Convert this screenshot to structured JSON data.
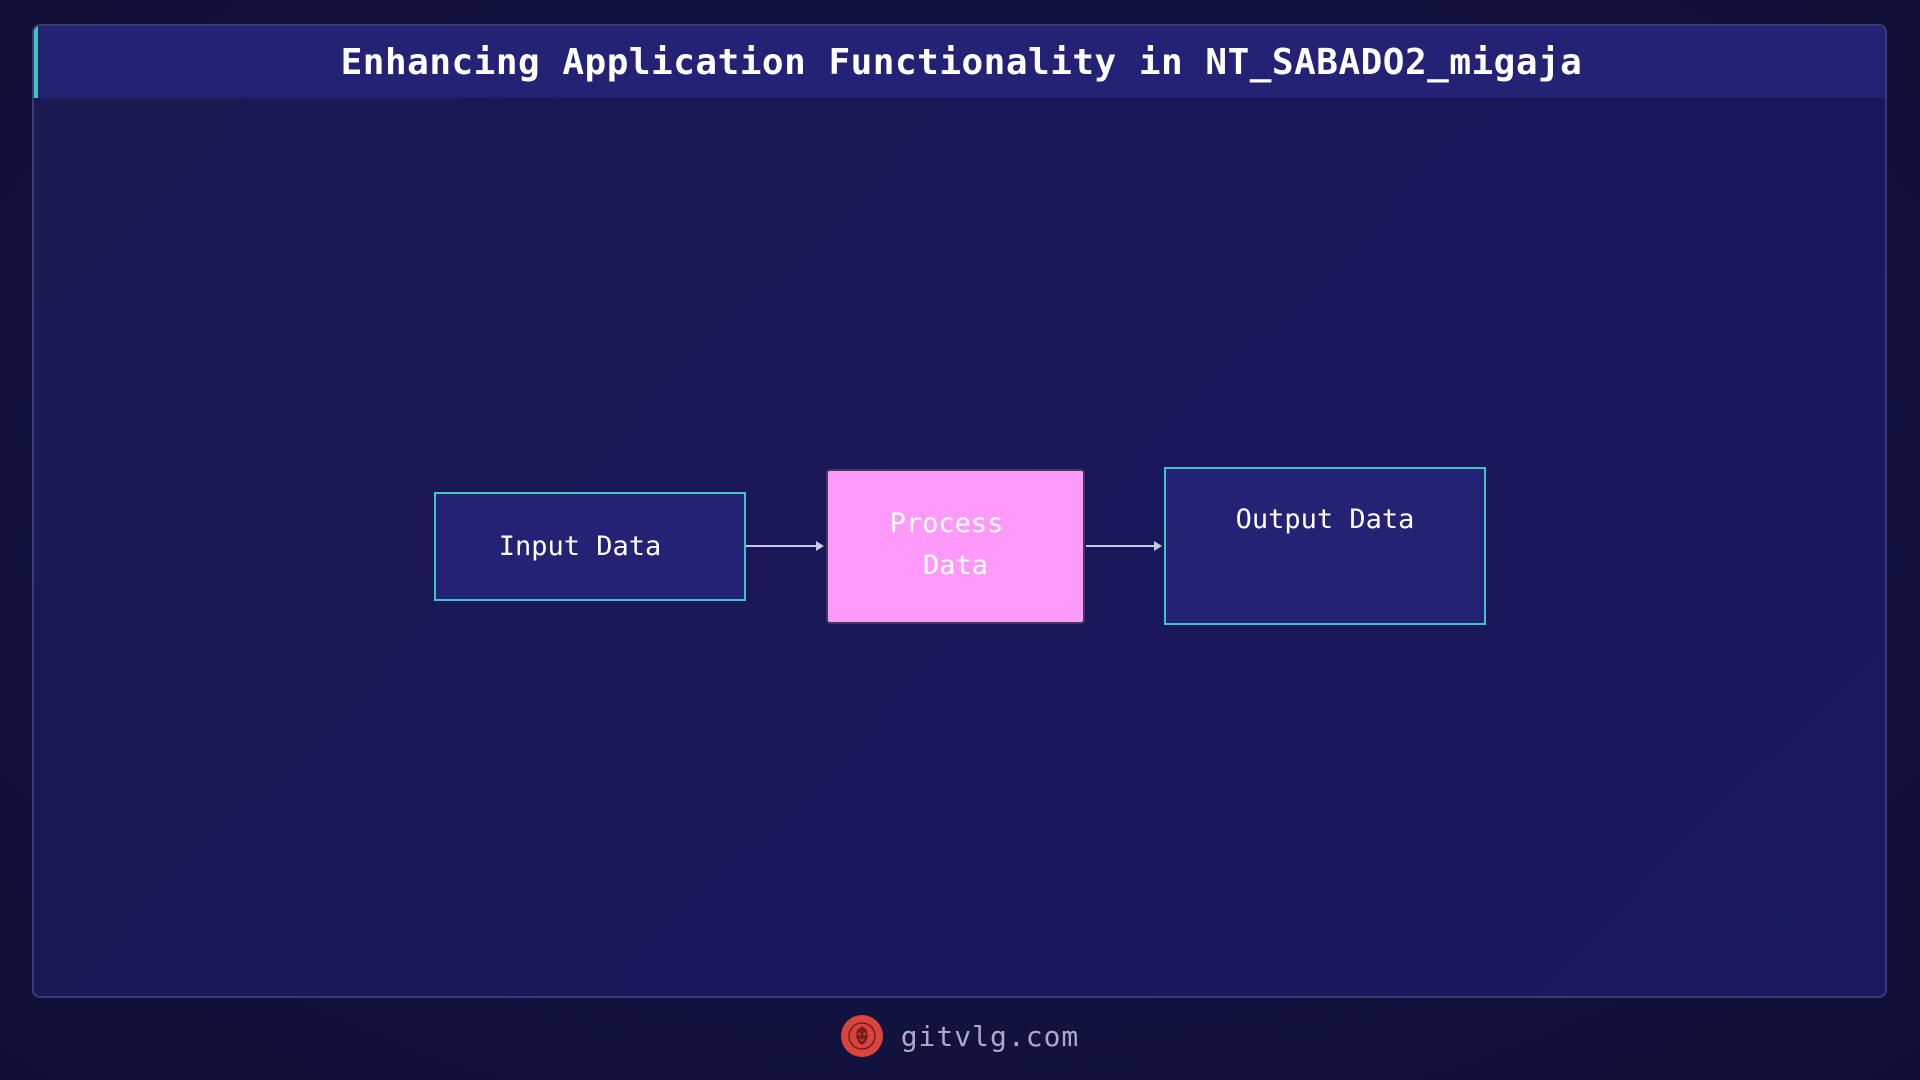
{
  "header": {
    "title": "Enhancing Application Functionality in NT_SABADO2_migaja"
  },
  "diagram": {
    "nodes": [
      {
        "id": "input",
        "label": "Input Data",
        "fill": "#232275",
        "stroke": "#41c4c9"
      },
      {
        "id": "process",
        "label_line1": "Process",
        "label_line2": "Data",
        "fill": "#ff99fa",
        "stroke": "#3d3a5a"
      },
      {
        "id": "output",
        "label": "Output Data",
        "fill": "#232275",
        "stroke": "#41c4c9"
      }
    ],
    "edges": [
      {
        "from": "input",
        "to": "process"
      },
      {
        "from": "process",
        "to": "output"
      }
    ]
  },
  "footer": {
    "logo_icon": "lion-icon",
    "site": "gitvlg.com"
  },
  "colors": {
    "accent": "#3ec8c0",
    "header_bg": "#232275",
    "logo": "#d9453e"
  }
}
